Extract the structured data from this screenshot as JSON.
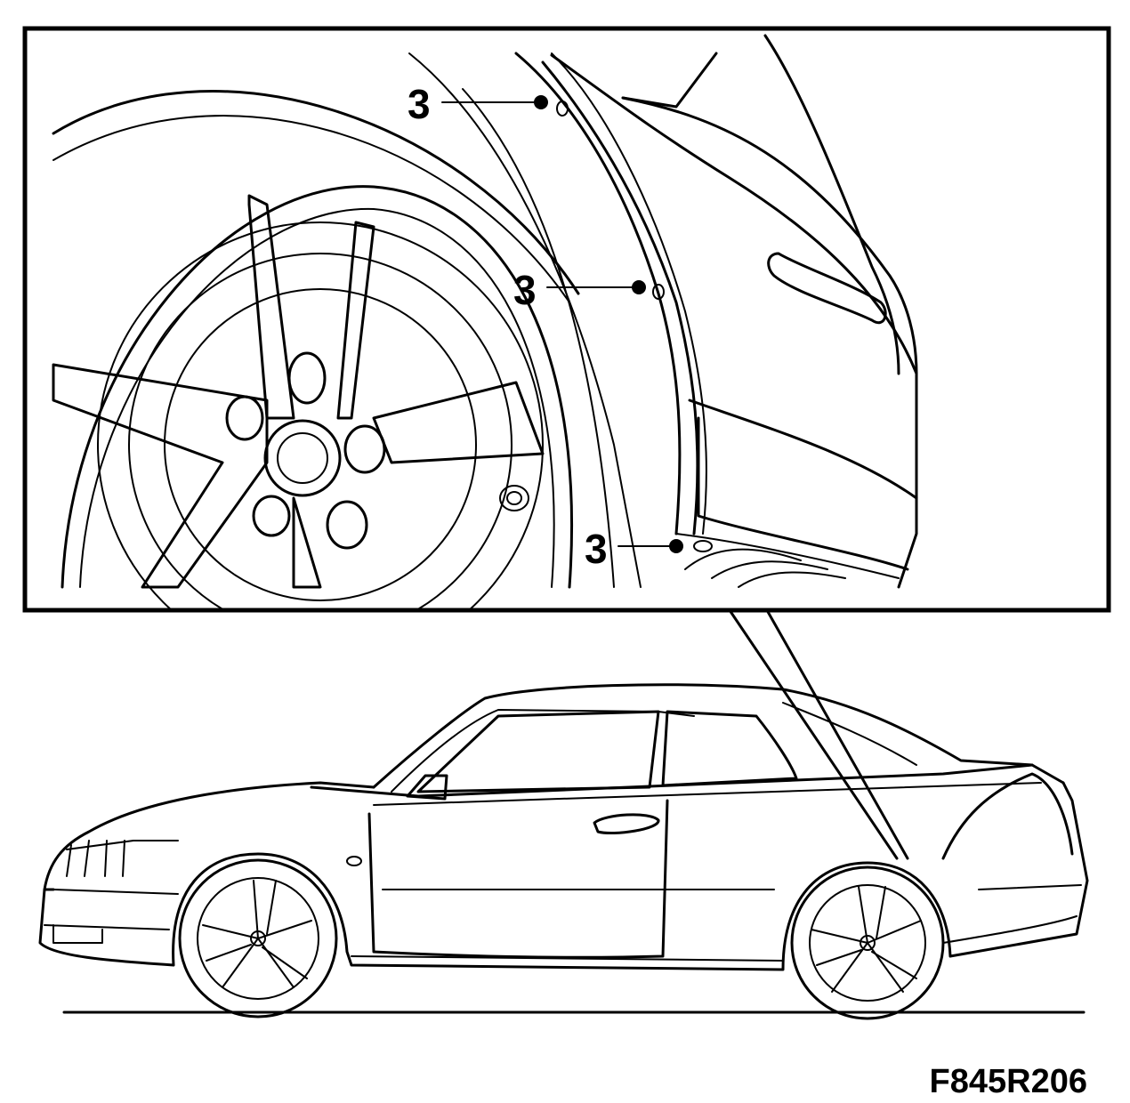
{
  "callouts": [
    {
      "id": "upper",
      "label": "3"
    },
    {
      "id": "middle",
      "label": "3"
    },
    {
      "id": "lower",
      "label": "3"
    }
  ],
  "figure_code": "F845R206",
  "colors": {
    "ink": "#000000",
    "paper": "#ffffff"
  }
}
